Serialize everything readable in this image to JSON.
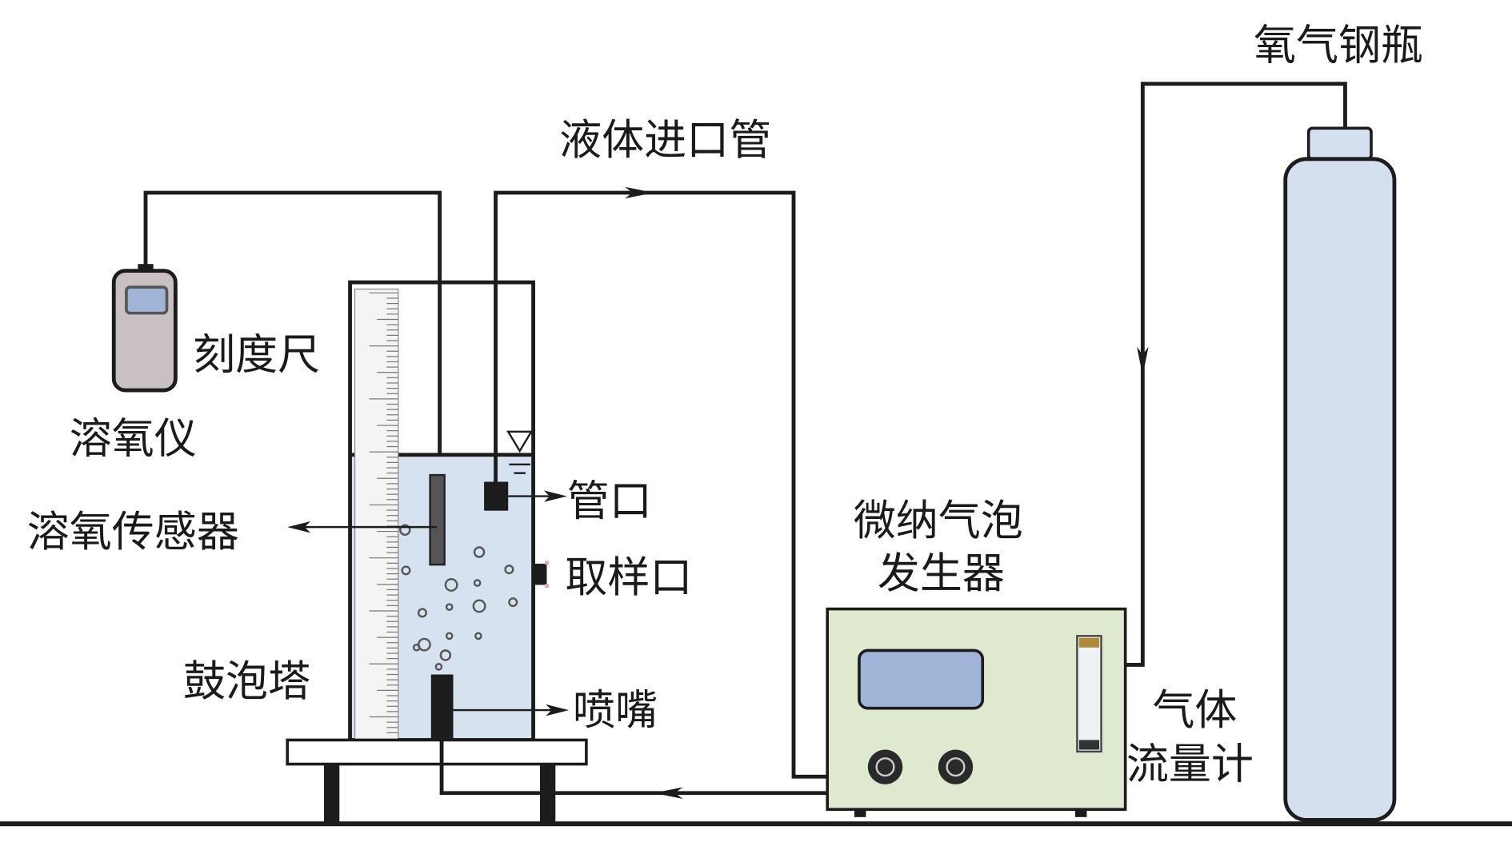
{
  "labels": {
    "oxygen_cylinder": "氧气钢瓶",
    "liquid_inlet_pipe": "液体进口管",
    "scale_ruler": "刻度尺",
    "do_meter": "溶氧仪",
    "do_sensor": "溶氧传感器",
    "pipe_outlet": "管口",
    "sampling_port": "取样口",
    "bubble_column": "鼓泡塔",
    "nozzle": "喷嘴",
    "generator_line1": "微纳气泡",
    "generator_line2": "发生器",
    "flowmeter_line1": "气体",
    "flowmeter_line2": "流量计"
  },
  "colors": {
    "water": "#d6e2ef",
    "cylinder": "#d5e0ee",
    "generator": "#dfe9cf",
    "screen": "#9fb4d6",
    "meter_body": "#c8c0c2",
    "line": "#1c1c1c"
  }
}
